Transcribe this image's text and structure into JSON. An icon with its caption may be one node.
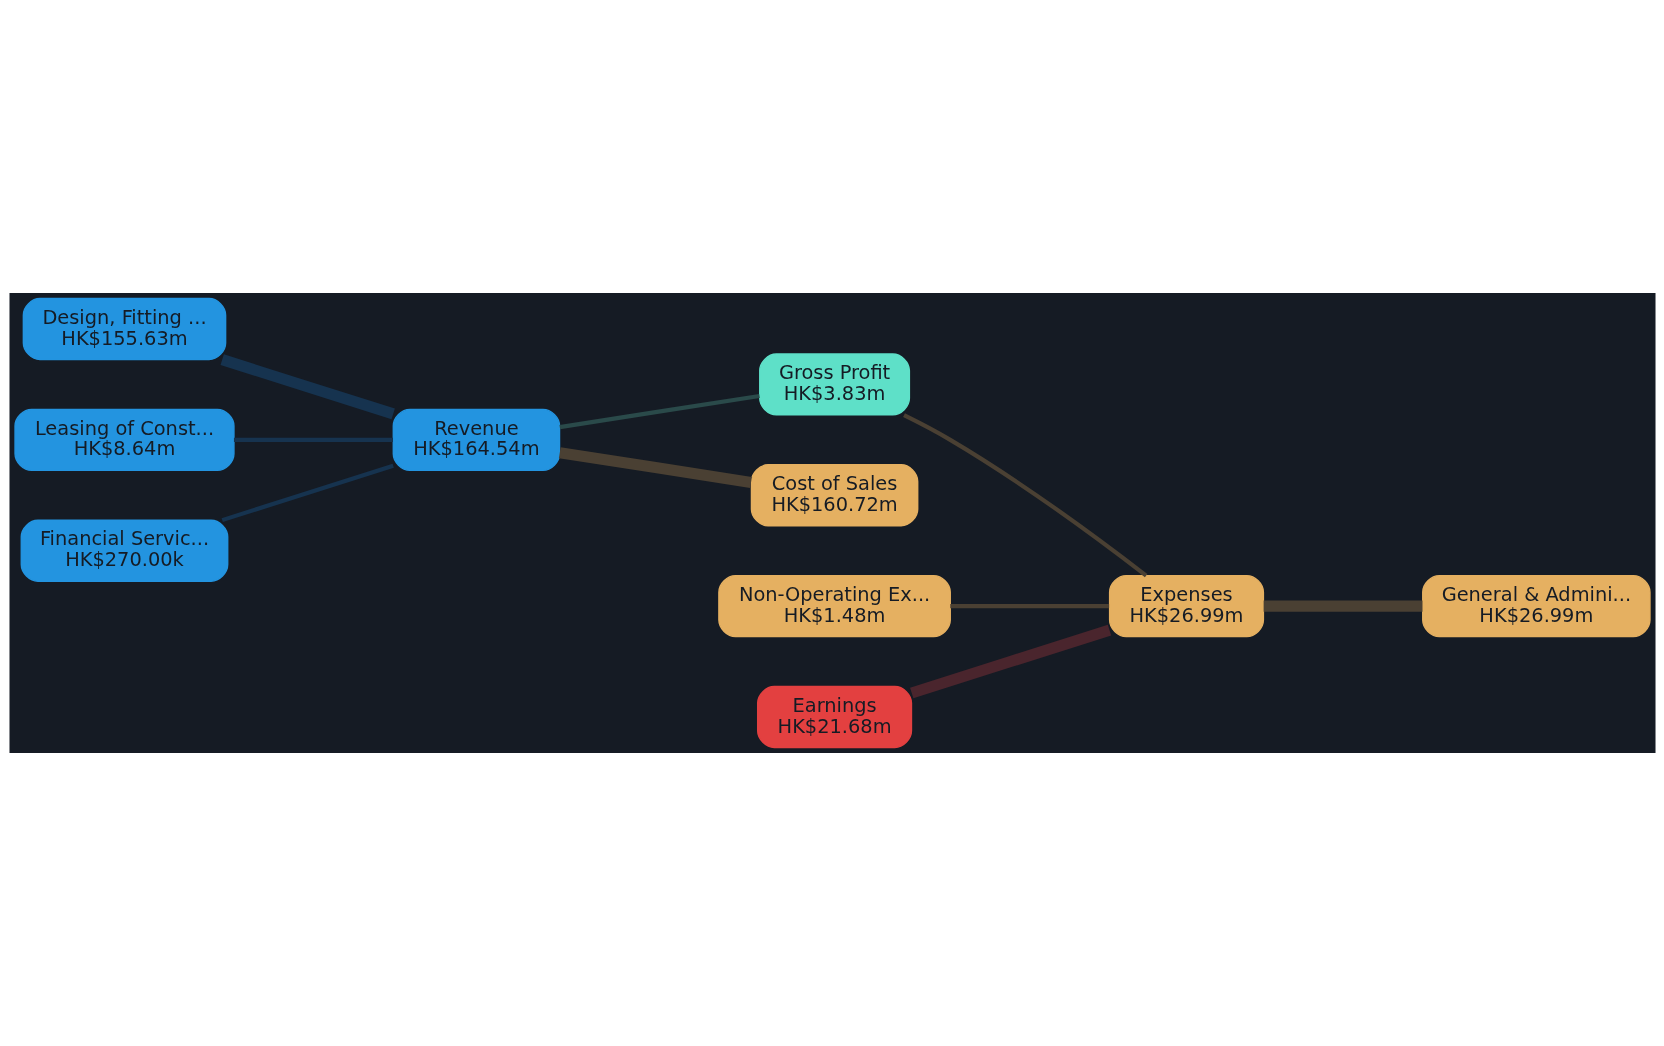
{
  "diagram": {
    "nodes": [
      {
        "text": [
          "Design, Fitting ...",
          "HK$155.63m"
        ]
      },
      {
        "text": [
          "Leasing of Const...",
          "HK$8.64m"
        ]
      },
      {
        "text": [
          "Financial Servic...",
          "HK$270.00k"
        ]
      },
      {
        "text": [
          "Revenue",
          "HK$164.54m"
        ]
      },
      {
        "text": [
          "Gross Profit",
          "HK$3.83m"
        ]
      },
      {
        "text": [
          "Non-Operating Ex...",
          "HK$1.48m"
        ]
      },
      {
        "text": [
          "Cost of Sales",
          "HK$160.72m"
        ]
      },
      {
        "text": [
          "Earnings",
          "HK$21.68m"
        ]
      },
      {
        "text": [
          "Expenses",
          "HK$26.99m"
        ]
      },
      {
        "text": [
          "General & Admini...",
          "HK$26.99m"
        ]
      }
    ],
    "edges": [
      {
        "from": 0,
        "to": 3,
        "arrow": "none",
        "style": "thick",
        "color": "#16334f"
      },
      {
        "from": 1,
        "to": 3,
        "arrow": "none",
        "color": "#16334f"
      },
      {
        "from": 2,
        "to": 3,
        "arrow": "none",
        "color": "#16334f"
      },
      {
        "from": 3,
        "to": 4,
        "arrow": "none",
        "color": "#2a4a4a"
      },
      {
        "from": 3,
        "to": 6,
        "arrow": "none",
        "style": "thick",
        "color": "#4a4033"
      },
      {
        "from": 4,
        "to": 8,
        "arrow": "none",
        "color": "#4a4033"
      },
      {
        "from": 5,
        "to": 8,
        "arrow": "none",
        "color": "#4a4033"
      },
      {
        "from": 7,
        "to": 8,
        "arrow": "none",
        "style": "thick",
        "color": "#4a252d"
      },
      {
        "from": 8,
        "to": 9,
        "arrow": "none",
        "style": "thick",
        "color": "#4a4033"
      }
    ]
  }
}
